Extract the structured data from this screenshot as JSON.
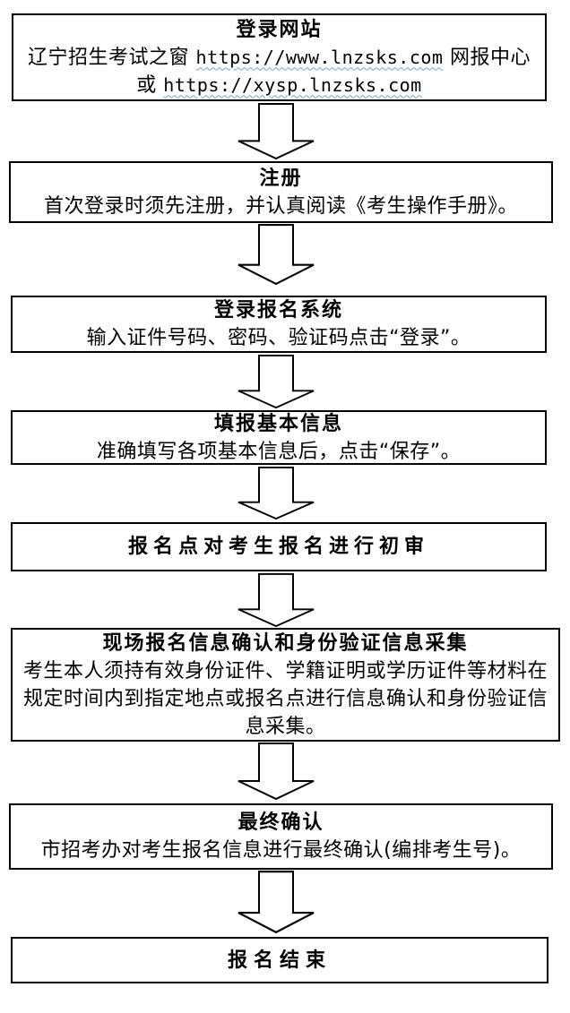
{
  "page": {
    "background_color": "#ffffff",
    "box_border_color": "#000000",
    "text_color": "#000000",
    "spellcheck_wave_color": "#6ea3d8"
  },
  "icons": {
    "down_arrow": "block-arrow-down"
  },
  "flow": {
    "steps": [
      {
        "title": "登录网站",
        "line2_prefix": "辽宁招生考试之窗 ",
        "line2_url": "https://www.lnzsks.com",
        "line2_suffix": " 网报中心",
        "line3_prefix": "或 ",
        "line3_url": "https://xysp.lnzsks.com"
      },
      {
        "title": "注册",
        "body": "首次登录时须先注册，并认真阅读《考生操作手册》。"
      },
      {
        "title": "登录报名系统",
        "body": "输入证件号码、密码、验证码点击“登录”。"
      },
      {
        "title": "填报基本信息",
        "body": "准确填写各项基本信息后，点击“保存”。"
      },
      {
        "title": "报名点对考生报名进行初审"
      },
      {
        "title": "现场报名信息确认和身份验证信息采集",
        "body": "考生本人须持有效身份证件、学籍证明或学历证件等材料在规定时间内到指定地点或报名点进行信息确认和身份验证信息采集。"
      },
      {
        "title": "最终确认",
        "body": "市招考办对考生报名信息进行最终确认(编排考生号)。"
      },
      {
        "title": "报名结束"
      }
    ]
  }
}
